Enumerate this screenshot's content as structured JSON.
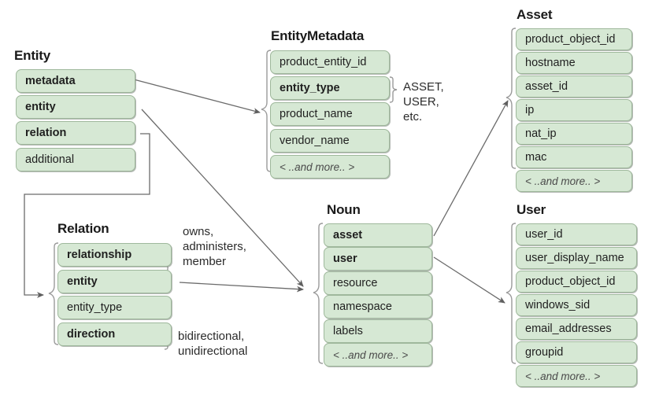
{
  "diagram": {
    "title_hidden": "UDM Entity data model",
    "colors": {
      "field_fill": "#d6e8d4",
      "field_border": "#9fb89c",
      "text": "#1f1f1f",
      "muted_text": "#4a4a4a",
      "edge": "#6b6b6b"
    }
  },
  "groups": {
    "entity": {
      "title": "Entity",
      "fields": [
        {
          "label": "metadata",
          "bold": true,
          "more": false
        },
        {
          "label": "entity",
          "bold": true,
          "more": false
        },
        {
          "label": "relation",
          "bold": true,
          "more": false
        },
        {
          "label": "additional",
          "bold": false,
          "more": false
        }
      ]
    },
    "entity_metadata": {
      "title": "EntityMetadata",
      "fields": [
        {
          "label": "product_entity_id",
          "bold": false,
          "more": false
        },
        {
          "label": "entity_type",
          "bold": true,
          "more": false
        },
        {
          "label": "product_name",
          "bold": false,
          "more": false
        },
        {
          "label": "vendor_name",
          "bold": false,
          "more": false
        },
        {
          "label": "< ..and more.. >",
          "bold": false,
          "more": true
        }
      ]
    },
    "asset": {
      "title": "Asset",
      "fields": [
        {
          "label": "product_object_id",
          "bold": false,
          "more": false
        },
        {
          "label": "hostname",
          "bold": false,
          "more": false
        },
        {
          "label": "asset_id",
          "bold": false,
          "more": false
        },
        {
          "label": "ip",
          "bold": false,
          "more": false
        },
        {
          "label": "nat_ip",
          "bold": false,
          "more": false
        },
        {
          "label": "mac",
          "bold": false,
          "more": false
        },
        {
          "label": "< ..and more.. >",
          "bold": false,
          "more": true
        }
      ]
    },
    "user": {
      "title": "User",
      "fields": [
        {
          "label": "user_id",
          "bold": false,
          "more": false
        },
        {
          "label": "user_display_name",
          "bold": false,
          "more": false
        },
        {
          "label": "product_object_id",
          "bold": false,
          "more": false
        },
        {
          "label": "windows_sid",
          "bold": false,
          "more": false
        },
        {
          "label": "email_addresses",
          "bold": false,
          "more": false
        },
        {
          "label": "groupid",
          "bold": false,
          "more": false
        },
        {
          "label": "< ..and more.. >",
          "bold": false,
          "more": true
        }
      ]
    },
    "noun": {
      "title": "Noun",
      "fields": [
        {
          "label": "asset",
          "bold": true,
          "more": false
        },
        {
          "label": "user",
          "bold": true,
          "more": false
        },
        {
          "label": "resource",
          "bold": false,
          "more": false
        },
        {
          "label": "namespace",
          "bold": false,
          "more": false
        },
        {
          "label": "labels",
          "bold": false,
          "more": false
        },
        {
          "label": "< ..and more.. >",
          "bold": false,
          "more": true
        }
      ]
    },
    "relation": {
      "title": "Relation",
      "fields": [
        {
          "label": "relationship",
          "bold": true,
          "more": false
        },
        {
          "label": "entity",
          "bold": true,
          "more": false
        },
        {
          "label": "entity_type",
          "bold": false,
          "more": false
        },
        {
          "label": "direction",
          "bold": true,
          "more": false
        }
      ]
    }
  },
  "annotations": {
    "entity_type_values": "ASSET,\nUSER,\netc.",
    "relationship_values": "owns,\nadministers,\nmember",
    "direction_values": "bidirectional,\nunidirectional"
  }
}
